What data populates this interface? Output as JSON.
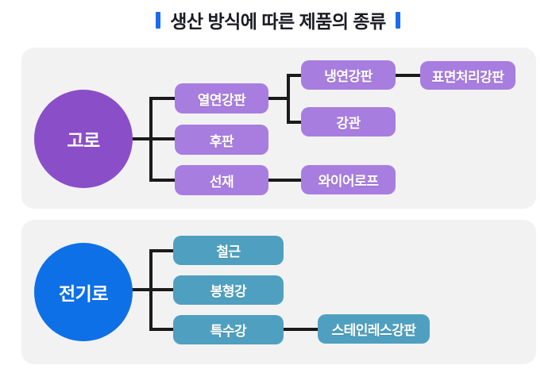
{
  "title": {
    "text": "생산 방식에 따른 제품의 종류"
  },
  "colors": {
    "accent_blue": "#1a6bf2",
    "title_text": "#1b1b24",
    "panel_bg": "#f2f2f3",
    "connector_line": "#1a1a1a",
    "blast_furnace_circle": "#8a4fc8",
    "blast_product_box": "#a87de0",
    "electric_furnace_circle": "#0e70e6",
    "electric_product_box": "#4fa0c0",
    "node_text": "#ffffff"
  },
  "blast_diagram": {
    "root_label": "고로",
    "nodes": {
      "hot_rolled": "열연강판",
      "plate": "후판",
      "wire_rod": "선재",
      "cold_rolled": "냉연강판",
      "steel_pipe": "강관",
      "surface_treated": "표면처리강판",
      "wire_rope": "와이어로프"
    }
  },
  "electric_diagram": {
    "root_label": "전기로",
    "nodes": {
      "rebar": "철근",
      "bar_section": "봉형강",
      "special_steel": "특수강",
      "stainless": "스테인레스강판"
    }
  }
}
